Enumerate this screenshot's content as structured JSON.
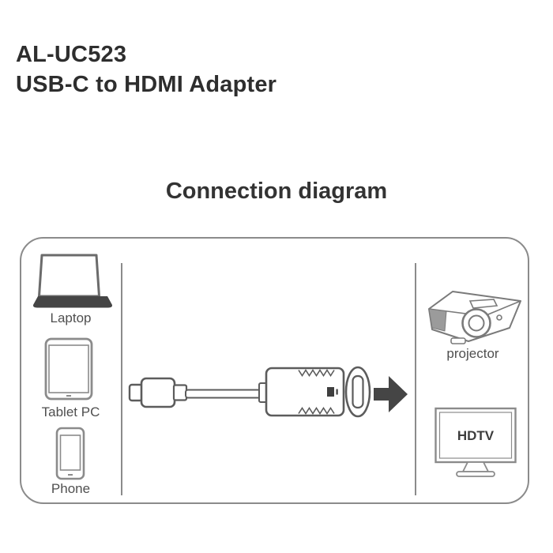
{
  "header": {
    "model": "AL-UC523",
    "product_name": "USB-C to HDMI Adapter"
  },
  "section": {
    "title": "Connection diagram"
  },
  "diagram": {
    "source_devices": [
      {
        "label": "Laptop",
        "icon": "laptop-icon"
      },
      {
        "label": "Tablet PC",
        "icon": "tablet-icon"
      },
      {
        "label": "Phone",
        "icon": "phone-icon"
      }
    ],
    "adapter": {
      "icon": "usb-c-to-hdmi-adapter-illustration",
      "arrow_icon": "arrow-right-icon"
    },
    "output_devices": [
      {
        "label": "projector",
        "icon": "projector-icon"
      },
      {
        "label": "HDTV",
        "icon": "hdtv-icon"
      }
    ]
  },
  "colors": {
    "box_outline": "#8b8b8b",
    "icon_outline": "#5c5c5c",
    "dark_fill": "#454545",
    "projector_shade": "#9b9b9b",
    "title_text": "#2e2e2e",
    "label_text": "#4f4f4f",
    "background": "#ffffff"
  }
}
